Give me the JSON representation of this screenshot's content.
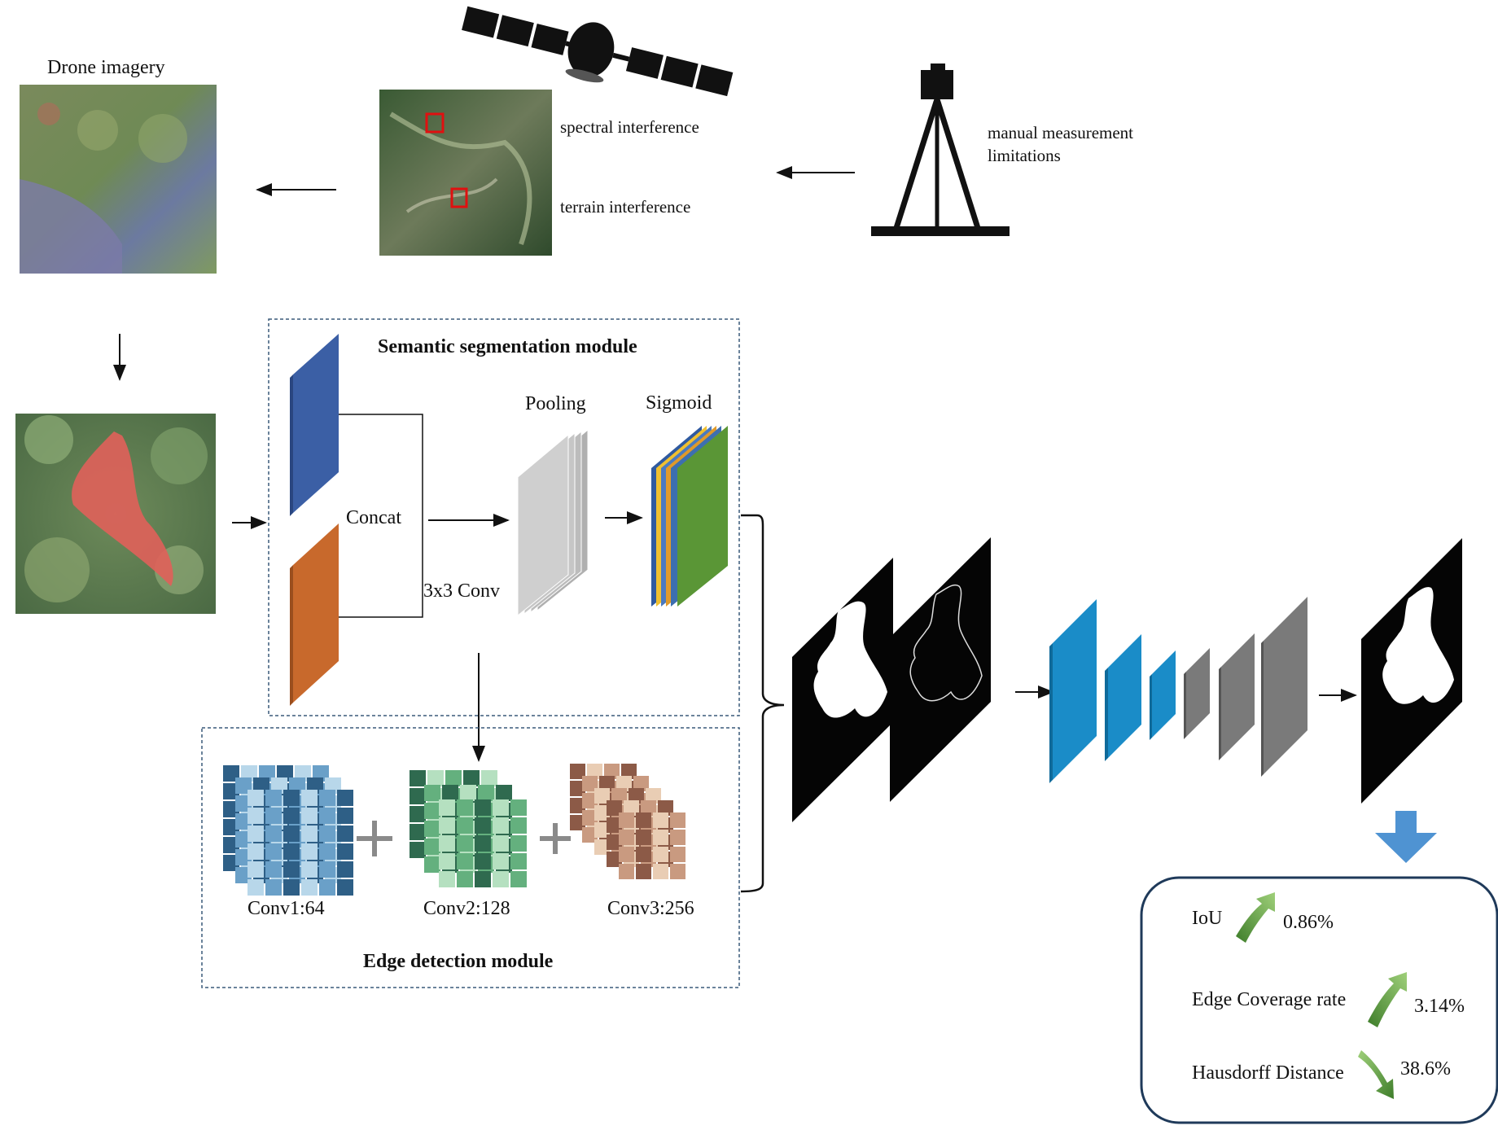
{
  "top": {
    "drone_title": "Drone  imagery",
    "spectral": "spectral interference",
    "terrain": "terrain interference",
    "manual_line1": "manual measurement",
    "manual_line2": "limitations"
  },
  "semantic": {
    "title": "Semantic segmentation module",
    "concat": "Concat",
    "conv": "3x3 Conv",
    "pooling": "Pooling",
    "sigmoid": "Sigmoid"
  },
  "edge": {
    "title": "Edge detection module",
    "conv1": "Conv1:64",
    "conv2": "Conv2:128",
    "conv3": "Conv3:256",
    "conv1_colors": [
      "#2e5f86",
      "#6aa0c8",
      "#b8d7ea"
    ],
    "conv2_colors": [
      "#2f6a4f",
      "#64b07e",
      "#b5e0c0"
    ],
    "conv3_colors": [
      "#8c5a47",
      "#c99a80",
      "#e9cdb4"
    ]
  },
  "results": {
    "iou_label": "IoU",
    "iou_value": "0.86%",
    "edge_label": "Edge Coverage rate",
    "edge_value": "3.14%",
    "hd_label": "Hausdorff Distance",
    "hd_value": "38.6%"
  },
  "colors": {
    "blue_block": "#3b5fa5",
    "orange_block": "#c8692c",
    "net_blue": "#1a8cc8",
    "net_gray": "#7a7a7a",
    "arrow_up": "#5aa03c",
    "down_arrow": "#4f93d2"
  }
}
